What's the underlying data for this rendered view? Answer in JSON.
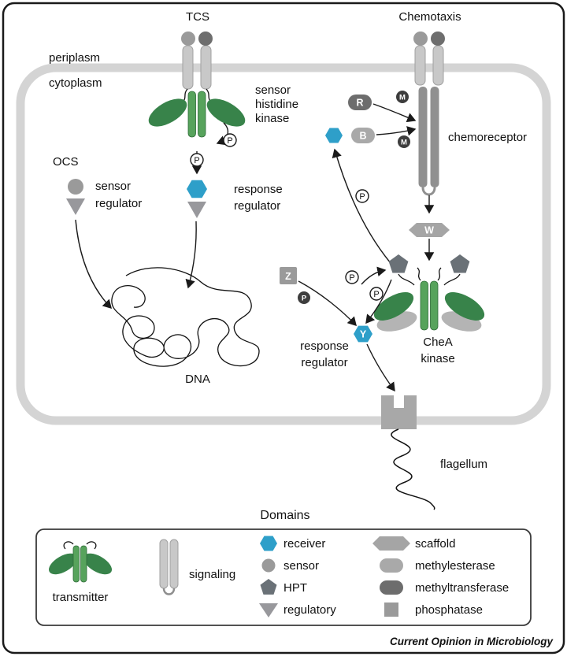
{
  "colors": {
    "membrane": "#d4d4d4",
    "green_dark": "#38834a",
    "green_light": "#57a35c",
    "blue": "#2e9fc9",
    "gray_rod": "#909090",
    "gray_mid": "#9a9a9a",
    "gray_dark": "#6d6d6d",
    "pentagon": "#6a7177",
    "badge_dark": "#3d3d3d"
  },
  "headers": {
    "tcs": "TCS",
    "chemotaxis": "Chemotaxis",
    "domains": "Domains"
  },
  "membrane_labels": {
    "periplasm": "periplasm",
    "cytoplasm": "cytoplasm"
  },
  "tcs": {
    "kinase": [
      "sensor",
      "histidine",
      "kinase"
    ],
    "response_regulator": [
      "response",
      "regulator"
    ],
    "ocs": "OCS",
    "sensor_regulator": [
      "sensor",
      "regulator"
    ],
    "dna": "DNA"
  },
  "chemotaxis": {
    "chemoreceptor": "chemoreceptor",
    "chea": [
      "CheA",
      "kinase"
    ],
    "response_regulator": [
      "response",
      "regulator"
    ],
    "flagellum": "flagellum"
  },
  "badges": {
    "p": "P",
    "m": "M",
    "r": "R",
    "b": "B",
    "w": "W",
    "z": "Z",
    "y": "Y"
  },
  "legend": {
    "transmitter": "transmitter",
    "signaling": "signaling",
    "receiver": "receiver",
    "sensor": "sensor",
    "hpt": "HPT",
    "regulatory": "regulatory",
    "scaffold": "scaffold",
    "methylesterase": "methylesterase",
    "methyltransferase": "methyltransferase",
    "phosphatase": "phosphatase"
  },
  "attribution": "Current Opinion in Microbiology"
}
